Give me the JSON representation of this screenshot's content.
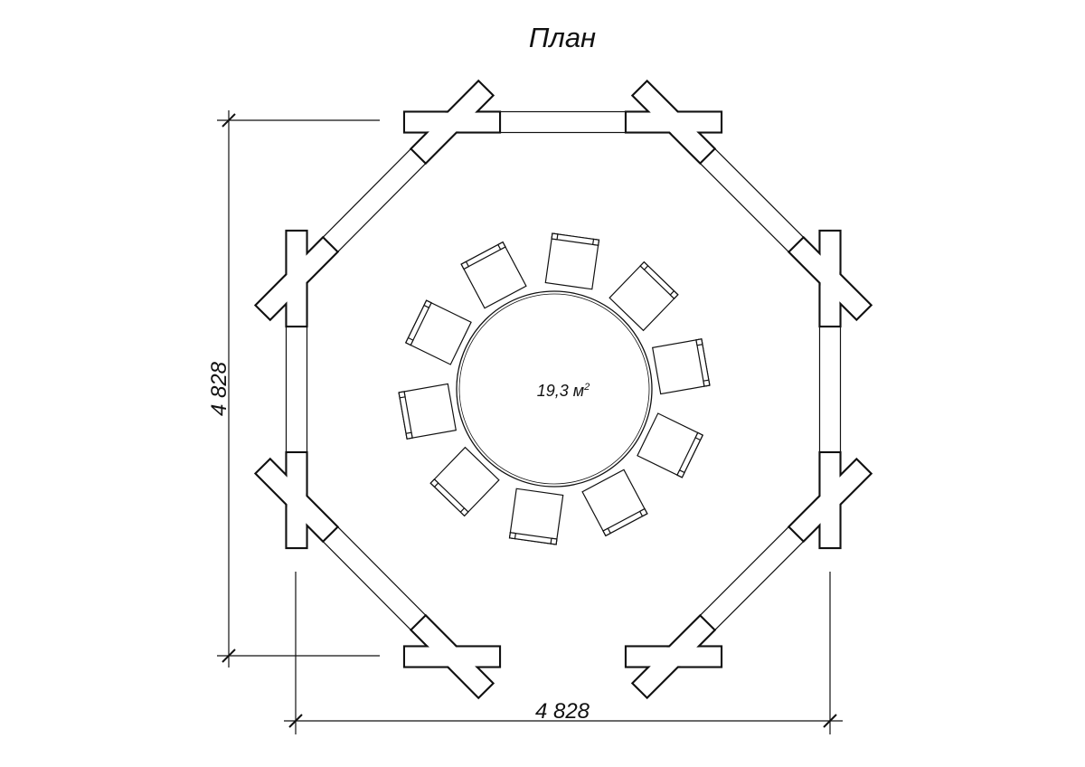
{
  "title": "План",
  "area_label": "19,3 м",
  "area_unit_sup": "2",
  "dimensions": {
    "height": "4 828",
    "width": "4 828"
  },
  "table": {
    "chair_count": 10
  },
  "colors": {
    "line": "#111111",
    "background": "#ffffff"
  }
}
